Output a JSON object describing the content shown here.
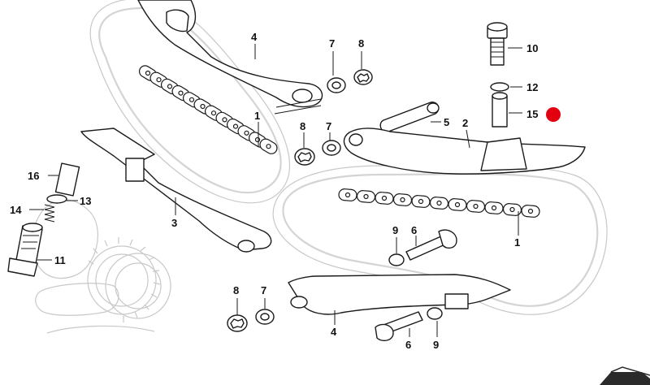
{
  "diagram": {
    "callouts": [
      {
        "id": "c-4-top",
        "label": "4"
      },
      {
        "id": "c-7-top",
        "label": "7"
      },
      {
        "id": "c-8-top",
        "label": "8"
      },
      {
        "id": "c-10",
        "label": "10"
      },
      {
        "id": "c-12",
        "label": "12"
      },
      {
        "id": "c-15",
        "label": "15"
      },
      {
        "id": "c-1-top",
        "label": "1"
      },
      {
        "id": "c-8-mid",
        "label": "8"
      },
      {
        "id": "c-7-mid",
        "label": "7"
      },
      {
        "id": "c-5",
        "label": "5"
      },
      {
        "id": "c-2",
        "label": "2"
      },
      {
        "id": "c-16",
        "label": "16"
      },
      {
        "id": "c-13",
        "label": "13"
      },
      {
        "id": "c-14",
        "label": "14"
      },
      {
        "id": "c-3",
        "label": "3"
      },
      {
        "id": "c-11",
        "label": "11"
      },
      {
        "id": "c-9-mid",
        "label": "9"
      },
      {
        "id": "c-6-mid",
        "label": "6"
      },
      {
        "id": "c-1-right",
        "label": "1"
      },
      {
        "id": "c-8-bot",
        "label": "8"
      },
      {
        "id": "c-7-bot",
        "label": "7"
      },
      {
        "id": "c-4-bot",
        "label": "4"
      },
      {
        "id": "c-6-bot",
        "label": "6"
      },
      {
        "id": "c-9-bot",
        "label": "9"
      }
    ],
    "highlight_color": "#e3000f",
    "highlight_marker_for": "15"
  }
}
